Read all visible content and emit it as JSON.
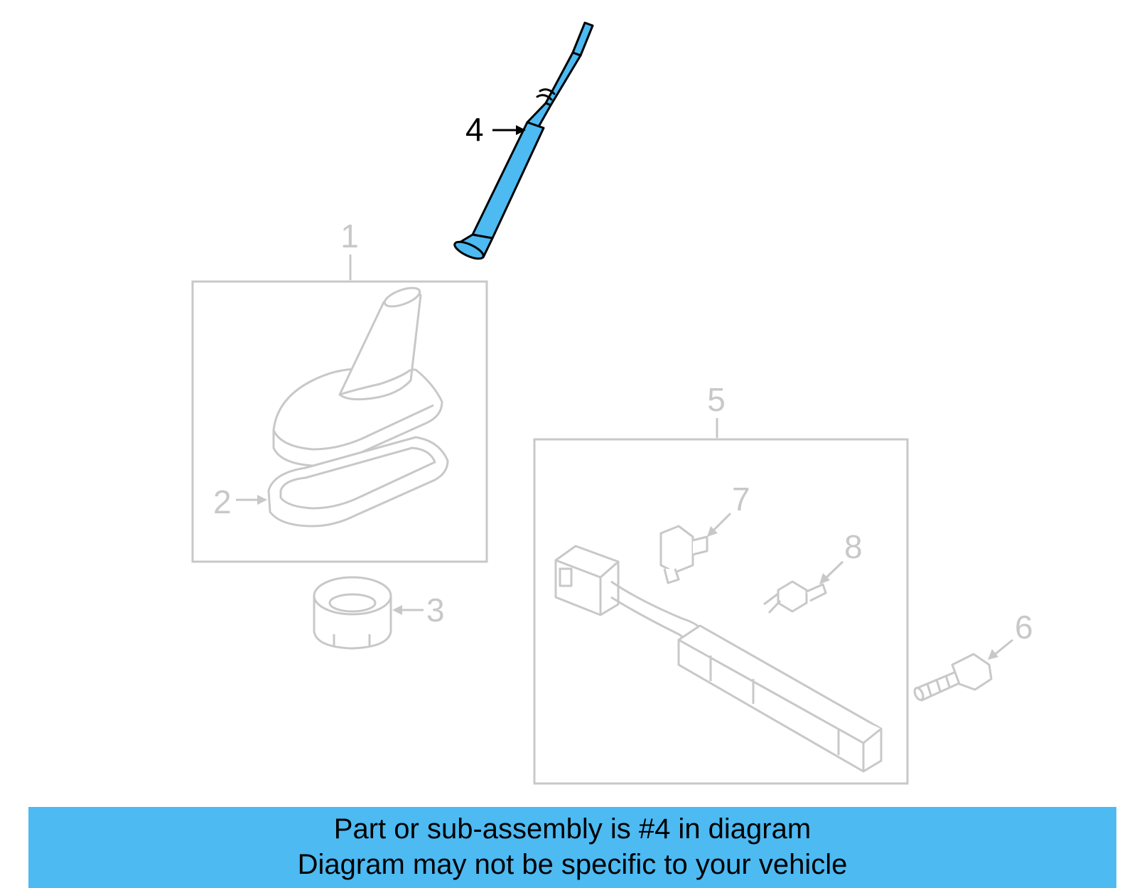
{
  "diagram": {
    "highlight_color": "#4dbaf2",
    "faded_color": "#c8c8c8",
    "callouts": {
      "part_1": "1",
      "part_2": "2",
      "part_3": "3",
      "part_4": "4",
      "part_5": "5",
      "part_6": "6",
      "part_7": "7",
      "part_8": "8"
    },
    "highlighted_part": "4"
  },
  "banner": {
    "line1": "Part or sub-assembly is #4 in diagram",
    "line2": "Diagram may not be specific to your vehicle",
    "background": "#4dbaf2"
  }
}
